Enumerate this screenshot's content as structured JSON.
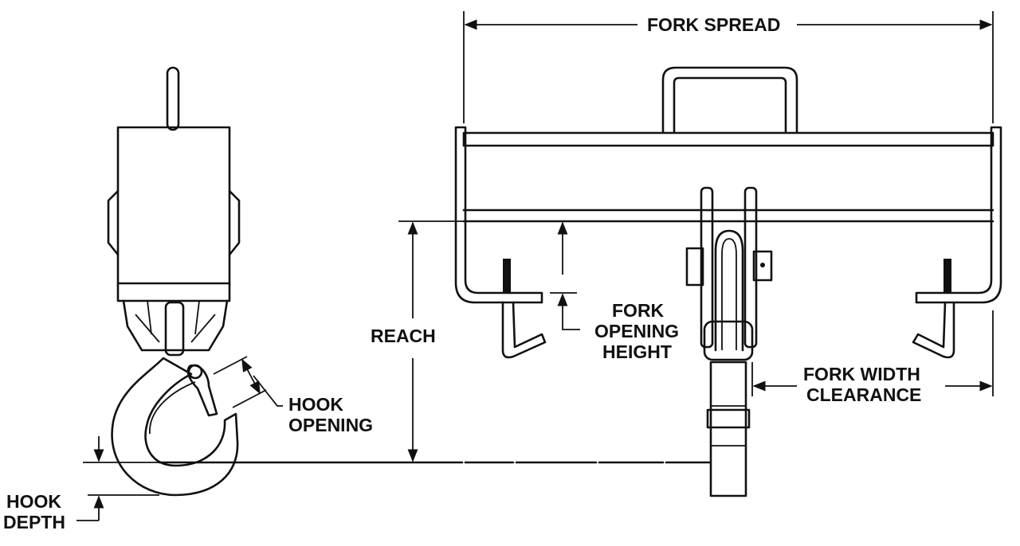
{
  "labels": {
    "fork_spread": "FORK SPREAD",
    "reach": "REACH",
    "fork_opening_height": [
      "FORK",
      "OPENING",
      "HEIGHT"
    ],
    "fork_width_clearance": [
      "FORK WIDTH",
      "CLEARANCE"
    ],
    "hook_opening": [
      "HOOK",
      "OPENING"
    ],
    "hook_depth": [
      "HOOK",
      "DEPTH"
    ]
  },
  "colors": {
    "ink": "#111111",
    "background": "#ffffff"
  }
}
